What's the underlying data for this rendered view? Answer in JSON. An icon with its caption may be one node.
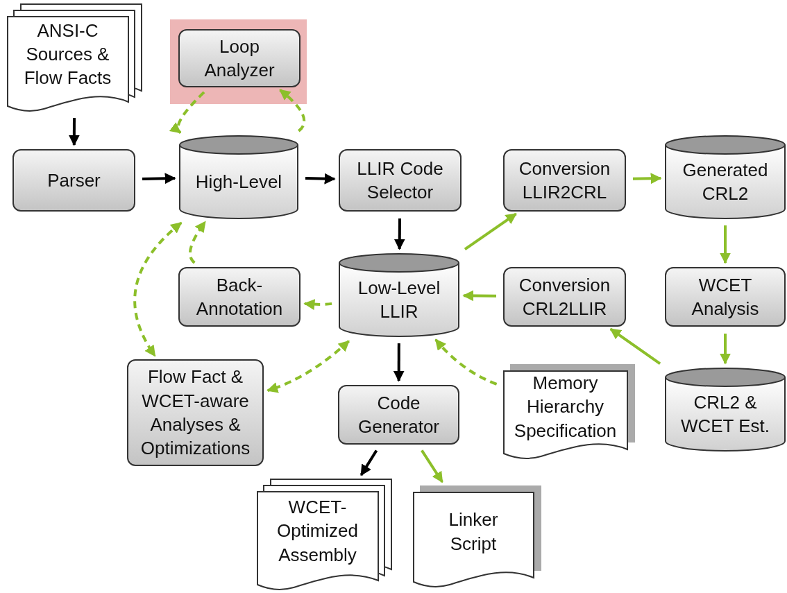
{
  "diagram": {
    "nodes": [
      {
        "text": [
          "ANSI-C Sources & Flow Facts"
        ]
      },
      {
        "text": [],
        "shape": "box"
      },
      {
        "text": [
          "Loop Analyzer"
        ],
        "in": 1
      },
      {
        "text": [
          "Parser"
        ]
      },
      {
        "text": [
          "High-Level"
        ]
      },
      {
        "text": [
          "LLIR Code Selector"
        ]
      },
      {
        "text": [
          "Conversion LLIR2CRL"
        ]
      },
      {
        "text": [
          "Generated CRL2"
        ]
      },
      {
        "text": [
          "Back-Annotation"
        ]
      },
      {
        "text": [
          "Low-Level LLIR"
        ]
      },
      {
        "text": [
          "Conversion CRL2LLIR"
        ]
      },
      {
        "text": [
          "WCET Analysis"
        ]
      },
      {
        "text": [
          "Flow Fact & WCET-aware Analyses & Optimizations"
        ]
      },
      {
        "text": [
          "Code Generator"
        ]
      },
      {
        "text": [
          "Memory Hierarchy Specification"
        ]
      },
      {
        "text": [
          "CRL2 & WCET Est."
        ]
      },
      {
        "text": [
          "WCET-Optimized Assembly"
        ]
      },
      {
        "text": [
          "Linker Script"
        ]
      }
    ],
    "edges": [
      {
        "from": 0,
        "to": 3,
        "arrow": "to",
        "color": "#000000"
      },
      {
        "from": 3,
        "to": 4,
        "arrow": "to",
        "color": "#000000"
      },
      {
        "from": 4,
        "to": 5,
        "arrow": "to",
        "color": "#000000"
      },
      {
        "from": 5,
        "to": 9,
        "arrow": "to",
        "color": "#000000"
      },
      {
        "from": 9,
        "to": 13,
        "arrow": "to",
        "color": "#000000"
      },
      {
        "from": 13,
        "to": 16,
        "arrow": "to",
        "color": "#000000"
      },
      {
        "from": 13,
        "to": 17,
        "arrow": "to"
      },
      {
        "from": 9,
        "to": 6,
        "arrow": "to"
      },
      {
        "from": 6,
        "to": 7,
        "arrow": "to"
      },
      {
        "from": 7,
        "to": 11,
        "arrow": "to"
      },
      {
        "from": 11,
        "to": 15,
        "arrow": "to"
      },
      {
        "from": 15,
        "to": 10,
        "arrow": "to"
      },
      {
        "from": 10,
        "to": 9,
        "arrow": "to"
      },
      {
        "from": 2,
        "to": 4,
        "arrow": "to",
        "style": "dashed"
      },
      {
        "from": 4,
        "to": 2,
        "arrow": "to",
        "style": "dashed"
      },
      {
        "from": 8,
        "to": 4,
        "arrow": "to",
        "style": "dashed"
      },
      {
        "from": 9,
        "to": 8,
        "arrow": "to",
        "style": "dashed"
      },
      {
        "from": 4,
        "to": 12,
        "arrow": "both",
        "style": "dashed"
      },
      {
        "from": 9,
        "to": 12,
        "arrow": "both",
        "style": "dashed"
      },
      {
        "from": 14,
        "to": 9,
        "arrow": "to",
        "style": "dashed"
      }
    ]
  }
}
